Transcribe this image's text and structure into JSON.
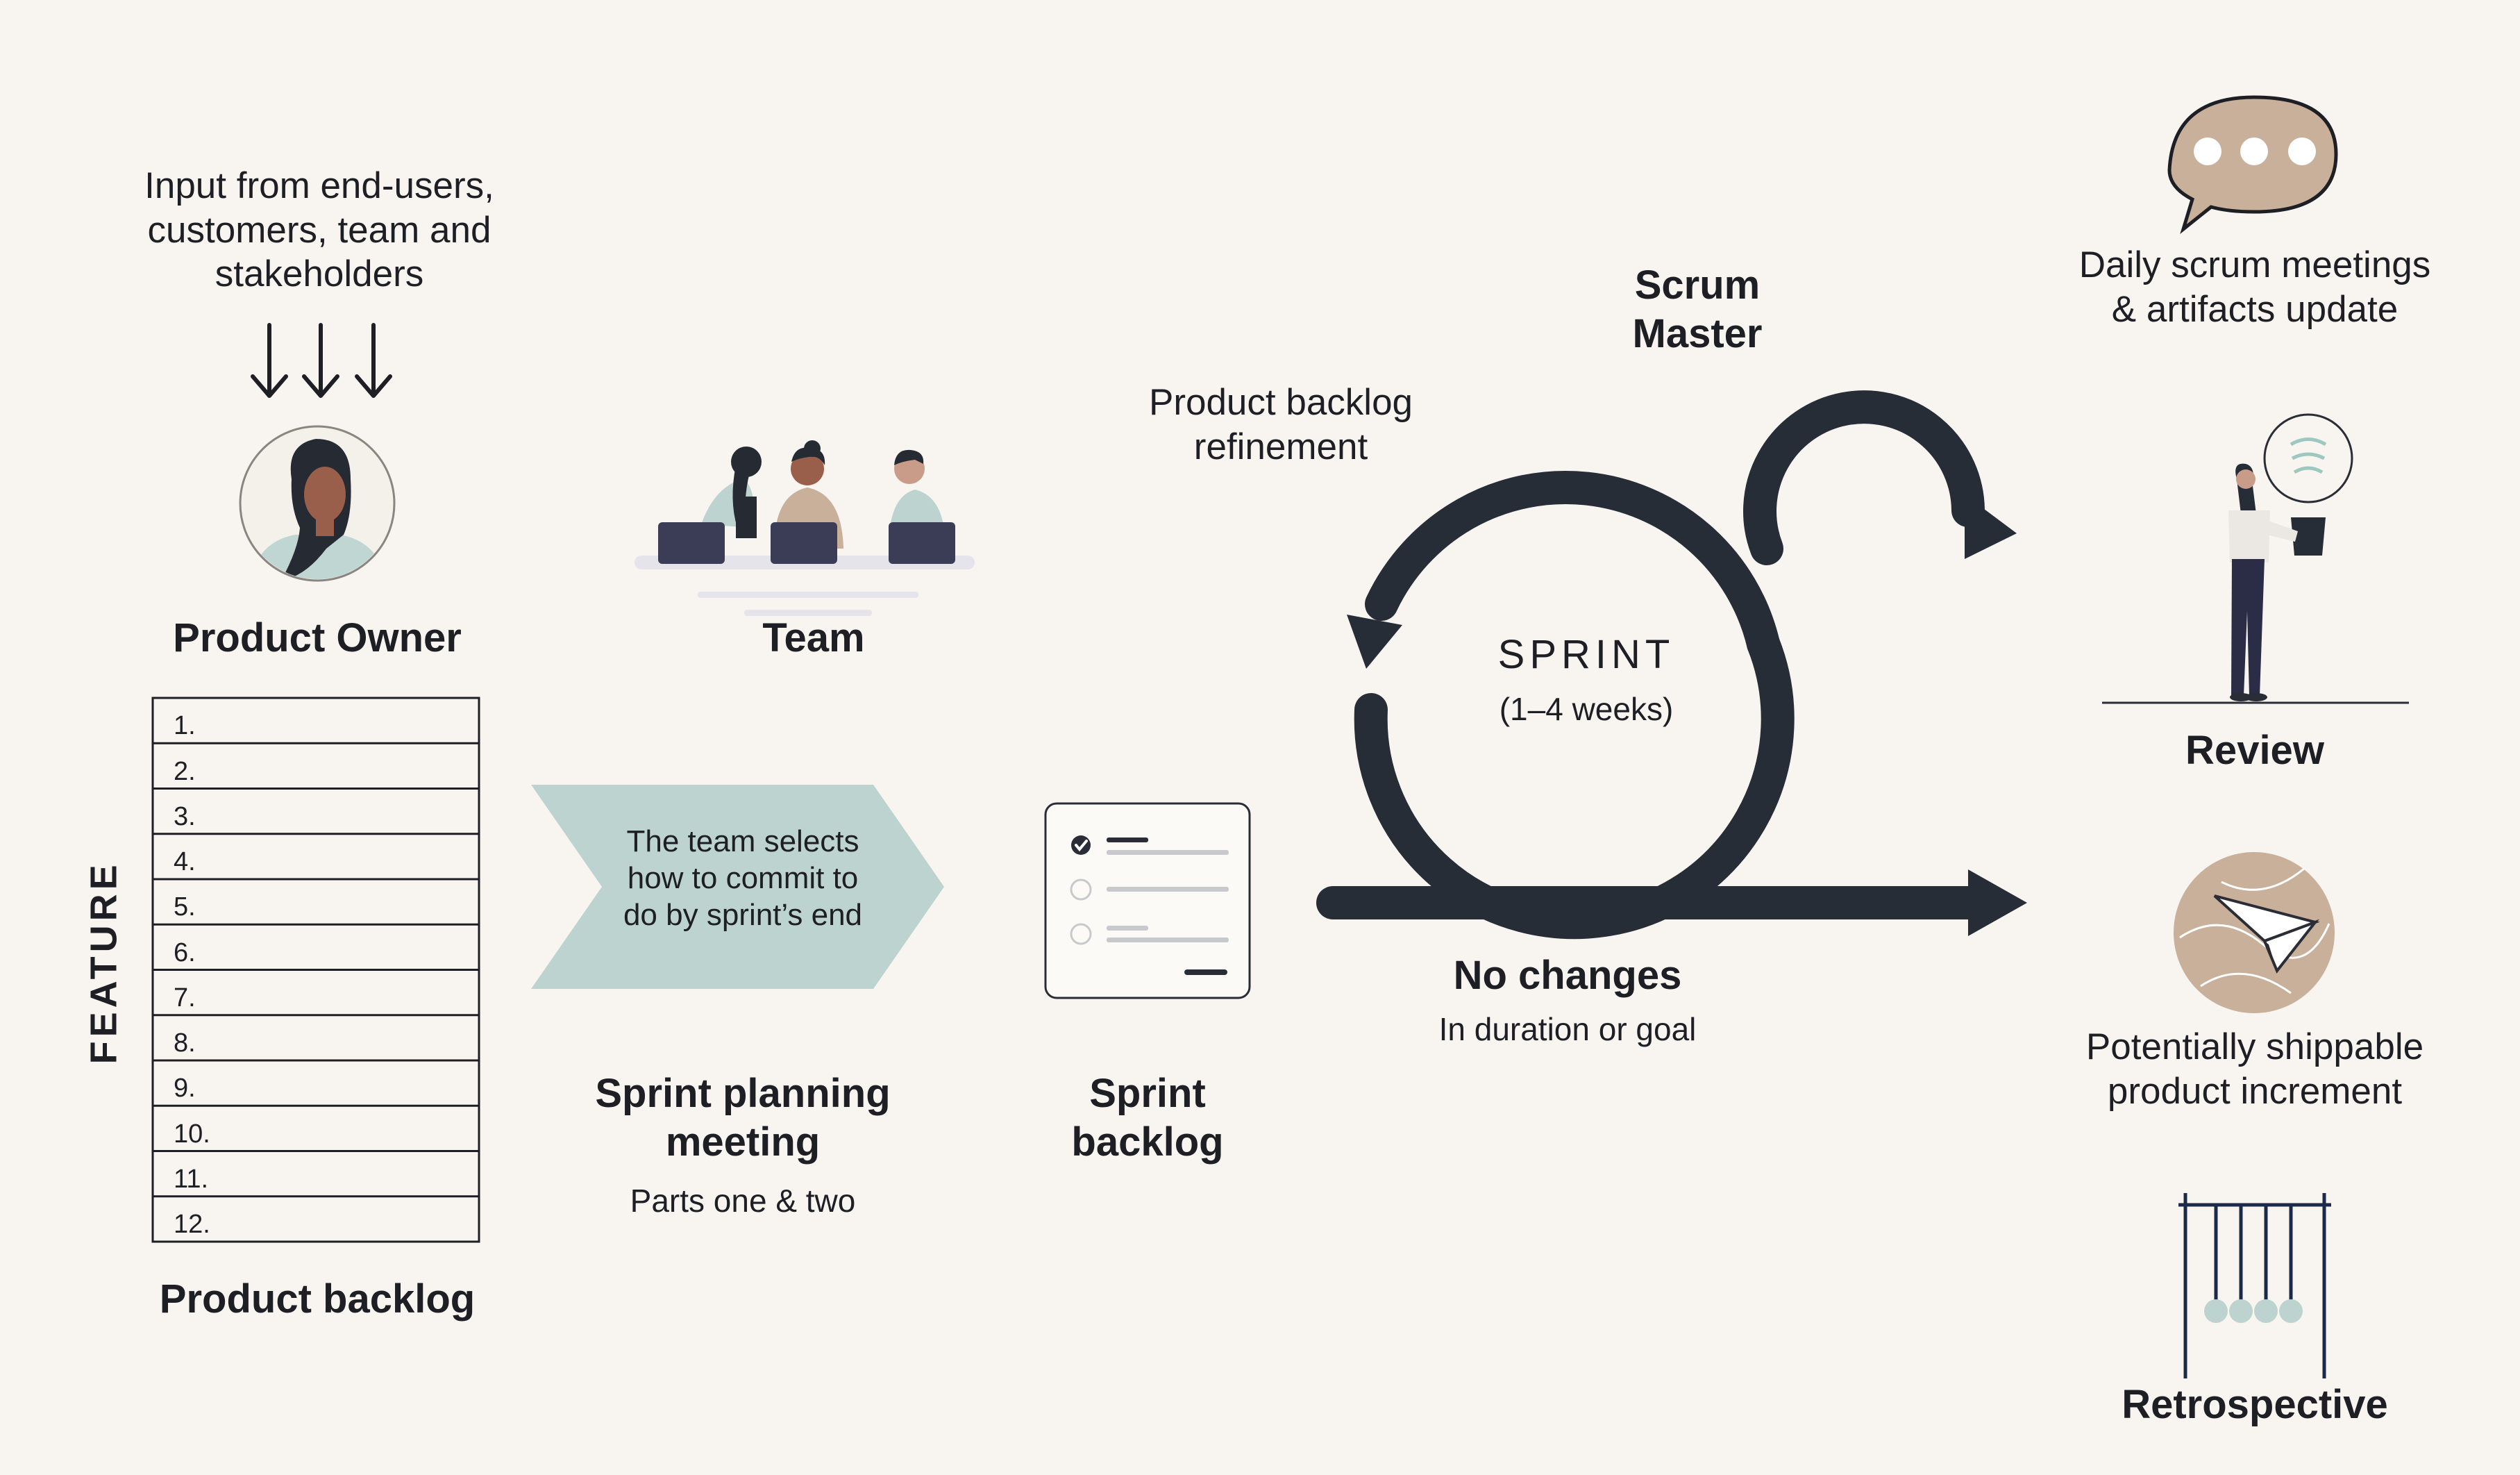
{
  "input": {
    "line1": "Input from end-users,",
    "line2": "customers, team and",
    "line3": "stakeholders"
  },
  "product_owner": {
    "label": "Product Owner"
  },
  "team": {
    "label": "Team"
  },
  "backlog": {
    "axis_label": "FEATURE",
    "rows": [
      "1.",
      "2.",
      "3.",
      "4.",
      "5.",
      "6.",
      "7.",
      "8.",
      "9.",
      "10.",
      "11.",
      "12."
    ],
    "label": "Product backlog"
  },
  "planning": {
    "arrow_line1": "The team selects",
    "arrow_line2": "how to commit to",
    "arrow_line3": "do by sprint’s end",
    "title_line1": "Sprint planning",
    "title_line2": "meeting",
    "subtitle": "Parts one & two"
  },
  "sprint_backlog": {
    "line1": "Sprint",
    "line2": "backlog"
  },
  "refinement": {
    "line1": "Product backlog",
    "line2": "refinement"
  },
  "scrum_master": {
    "line1": "Scrum",
    "line2": "Master"
  },
  "sprint": {
    "title": "SPRINT",
    "duration": "(1–4 weeks)"
  },
  "no_changes": {
    "title": "No changes",
    "subtitle": "In duration or goal"
  },
  "daily": {
    "line1": "Daily scrum meetings",
    "line2": "& artifacts update"
  },
  "review": {
    "label": "Review"
  },
  "increment": {
    "line1": "Potentially shippable",
    "line2": "product increment"
  },
  "retrospective": {
    "label": "Retrospective"
  },
  "colors": {
    "background": "#f8f5f1",
    "dark": "#272d36",
    "sage": "#bdd3cf",
    "tan": "#c9b09b",
    "navy": "#1c2a4a"
  }
}
